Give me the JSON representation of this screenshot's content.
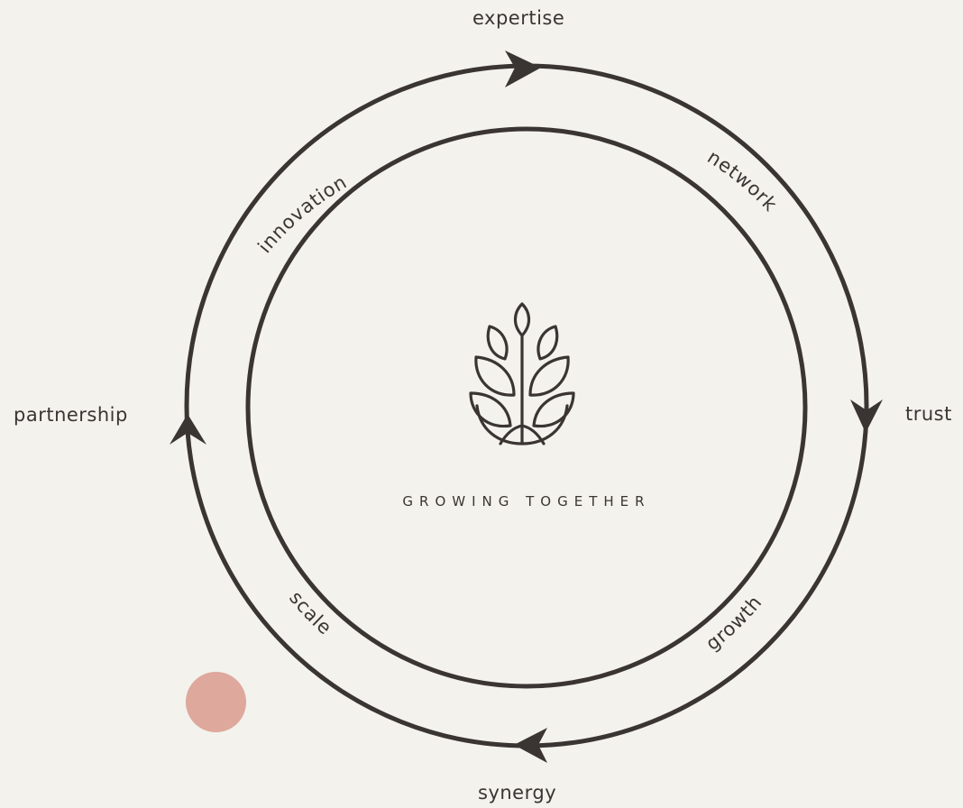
{
  "colors": {
    "background": "#f3f2ed",
    "stroke": "#3a3533",
    "dot": "#dea89c"
  },
  "cycle_labels": {
    "top": "expertise",
    "right": "trust",
    "bottom": "synergy",
    "left": "partnership"
  },
  "arc_labels": {
    "upper_left": "innovation",
    "upper_right": "network",
    "lower_right": "growth",
    "lower_left": "scale"
  },
  "center": {
    "title": "GROWING TOGETHER",
    "icon": "plant-sprout-icon"
  },
  "decorations": {
    "dot_icon": "circle-marker-icon"
  }
}
